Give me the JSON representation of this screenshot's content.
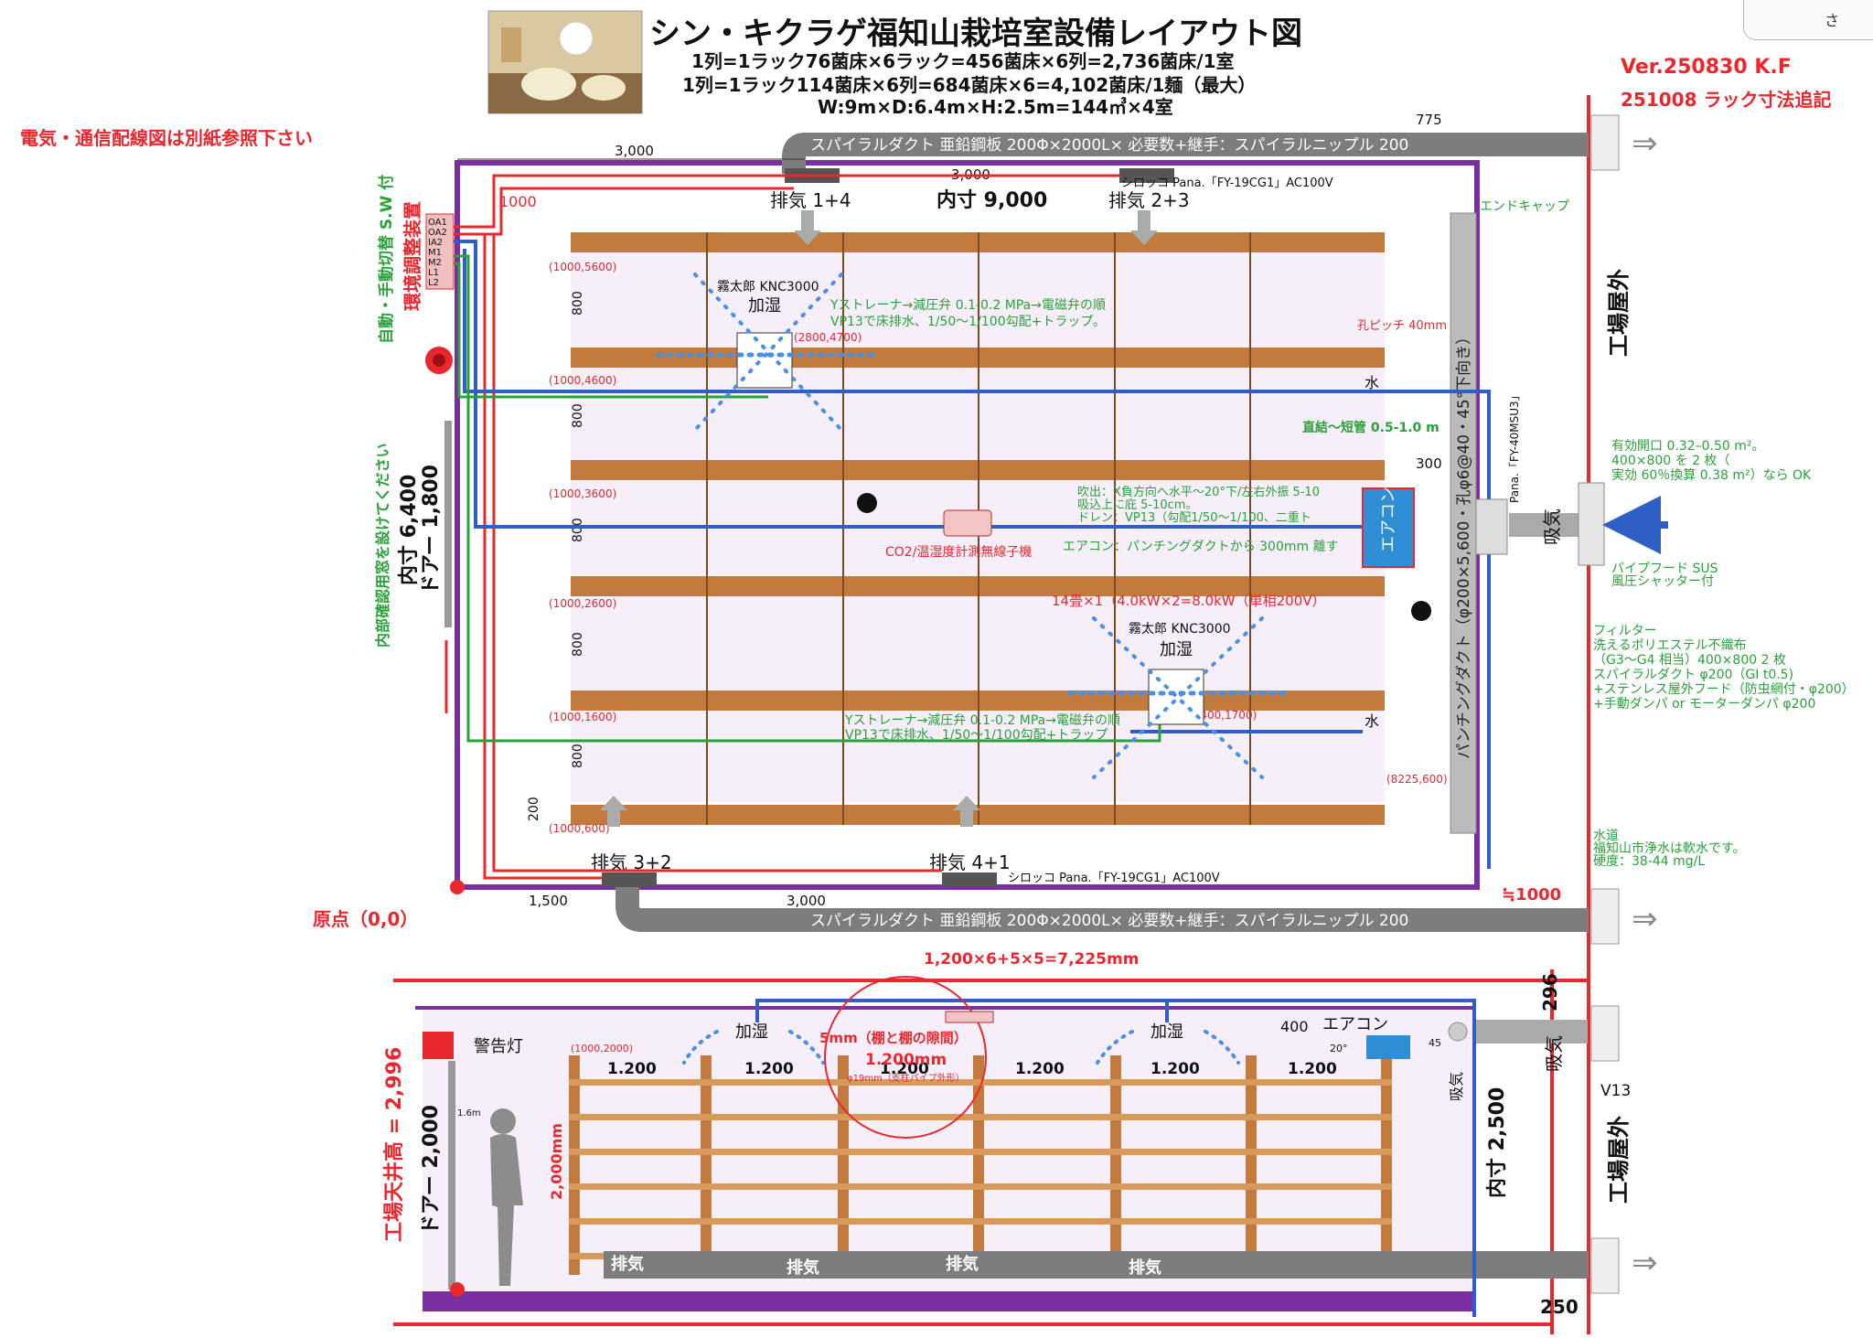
{
  "title": "シン・キクラゲ福知山栽培室設備レイアウト図",
  "subtitle_lines": [
    "1列=1ラック76菌床×6ラック=456菌床×6列=2,736菌床/1室",
    "1列=1ラック114菌床×6列=684菌床×6=4,102菌床/1麺（最大）",
    "W:9m×D:6.4m×H:2.5m=144㎥×4室"
  ],
  "version": "Ver.250830 K.F",
  "revision": "251008 ラック寸法追記",
  "wiring_note": "電気・通信配線図は別紙参照下さい",
  "corner_tab": "さ",
  "colors": {
    "red": "#e8282e",
    "purple": "#7a2ea0",
    "blue": "#2f5fc4",
    "green": "#2aa13a",
    "gray": "#808080",
    "wood": "#b8743a",
    "floor": "#f6eef8"
  },
  "plan": {
    "dims": {
      "d3000_left": "3,000",
      "d3000_mid": "3,000",
      "d775": "775",
      "inner_w": "内寸 9,000",
      "d1000": "1000",
      "d1500": "1,500",
      "d3000_bottom": "3,000",
      "d300": "300",
      "d200": "200",
      "d1000b": "≒1000"
    },
    "exhaust": [
      "排気 1+4",
      "排気 2+3",
      "排気 3+2",
      "排気 4+1"
    ],
    "sirocco_top": "シロッコ Pana.「FY-19CG1」AC100V",
    "sirocco_bottom": "シロッコ Pana.「FY-19CG1」AC100V",
    "duct_top": "スパイラルダクト 亜鉛鋼板 200Φ×2000L× 必要数+継手：スパイラルニップル 200",
    "duct_bottom": "スパイラルダクト 亜鉛鋼板 200Φ×2000L× 必要数+継手：スパイラルニップル 200",
    "end_cap": "エンドキャップ",
    "coords": [
      "(1000,5600)",
      "(1000,4600)",
      "(1000,3600)",
      "(1000,2600)",
      "(1000,1600)",
      "(1000,600)",
      "(2800,4700)",
      "(6400,1700)",
      "(8225,600)"
    ],
    "rack_gap": "800",
    "mist1": "霧太郎 KNC3000",
    "mist2": "霧太郎 KNC3000",
    "humid": "加湿",
    "strainer1_l1": "Yストレーナ→減圧弁 0.1-0.2 MPa→電磁弁の順",
    "strainer1_l2": "VP13で床排水、1/50〜1/100勾配+トラップ。",
    "strainer2_l1": "Yストレーナ→減圧弁 0.1-0.2 MPa→電磁弁の順",
    "strainer2_l2": "VP13で床排水、1/50〜1/100勾配+トラップ",
    "hole_pitch": "孔ピッチ 40mm",
    "water": "水",
    "direct": "直結〜短管 0.5-1.0 m",
    "ac_blow": "吹出：X負方向へ水平〜20°下/左右外振 5-10",
    "ac_suction": "吸込上に庇 5-10cm。",
    "ac_drain": "ドレン：VP13（勾配1/50〜1/100、二重ト",
    "ac_note": "エアコン：パンチングダクトから 300mm 離す",
    "ac_label": "エアコン",
    "ac_spec": "14畳×1（4.0kW×2=8.0kW（単相200V）",
    "co2": "CO2/温湿度計測無線子機",
    "punch_duct": "パンチングダクト（φ200×5,600・孔φ6@40・45°下向き）",
    "fan_model": "Pana.「FY-40MSU3」",
    "suction": "吸気",
    "env_ctrl": "環境調整装置",
    "auto_sw": "自動・手動切替 S.W 付",
    "ctrl_labels": [
      "OA1",
      "OA2",
      "IA2",
      "M1",
      "M2",
      "L1",
      "L2"
    ],
    "window_note": "内部確認用窓を設けてください",
    "inner_d": "内寸 6,400",
    "door": "ドアー 1,800",
    "origin": "原点（0,0）",
    "outside": "工場屋外",
    "opening_1": "有効開口 0.32–0.50 m²。",
    "opening_2": "400×800 を 2 枚（",
    "opening_3": "実効 60％換算 0.38 m²）なら OK",
    "hood_1": "パイプフード SUS",
    "hood_2": "風圧シャッター付",
    "filter_1": "フィルター",
    "filter_2": "洗えるポリエステル不織布",
    "filter_3": "（G3〜G4 相当）400×800 2 枚",
    "spiral_1": "スパイラルダクト φ200（GI t0.5)",
    "spiral_2": "+ステンレス屋外フード（防虫網付・φ200）",
    "spiral_3": "+手動ダンパ or モーターダンパ φ200",
    "water_1": "水道",
    "water_2": "福知山市浄水は軟水です。",
    "water_3": "硬度：38-44 mg/L"
  },
  "section": {
    "total": "1,200×6+5×5=7,225mm",
    "warning_lamp": "警告灯",
    "humid": "加湿",
    "gap": "5mm（棚と棚の隙間）",
    "span": "1.200mm",
    "pipe": "φ19mm（支柱パイプ外形）",
    "spans": [
      "1.200",
      "1.200",
      "1.200",
      "1.200",
      "1.200",
      "1.200"
    ],
    "coord": "(1000,2000)",
    "h1600": "1.6m",
    "h2000": "2,000mm",
    "d400": "400",
    "ac_label": "エアコン",
    "deg20": "20°",
    "deg45": "45",
    "d296": "296",
    "inner_h": "内寸 2,500",
    "suction_a": "吸気",
    "suction_b": "吸気",
    "v13": "V13",
    "factory_h": "工場天井高 = 2,996",
    "door": "ドアー 2,000",
    "exhaust": [
      "排気",
      "排気",
      "排気",
      "排気"
    ],
    "d250": "250",
    "outside": "工場屋外"
  }
}
